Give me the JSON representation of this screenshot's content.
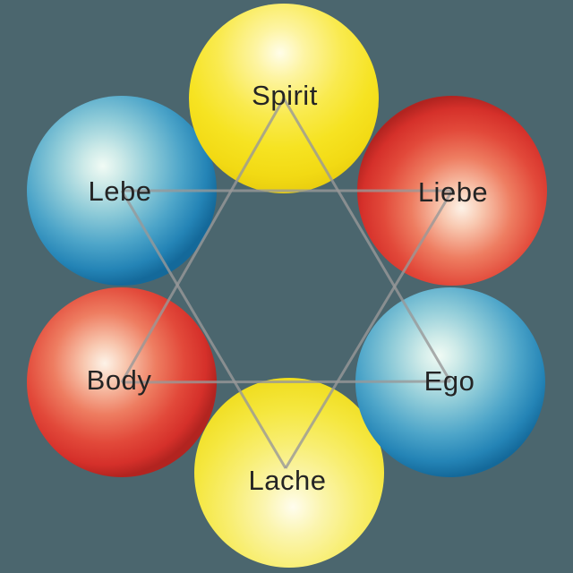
{
  "diagram": {
    "background_color": "#4b666e",
    "line_color": "#989898",
    "text_color": "#242424",
    "nodes": [
      {
        "id": "spirit",
        "label": "Spirit",
        "color": "#f6e322",
        "color_name": "yellow",
        "position": "top"
      },
      {
        "id": "lebe",
        "label": "Lebe",
        "color": "#2484b6",
        "color_name": "blue",
        "position": "upper-left"
      },
      {
        "id": "liebe",
        "label": "Liebe",
        "color": "#d5302a",
        "color_name": "red",
        "position": "upper-right"
      },
      {
        "id": "body",
        "label": "Body",
        "color": "#d5302a",
        "color_name": "red",
        "position": "lower-left"
      },
      {
        "id": "ego",
        "label": "Ego",
        "color": "#2484b6",
        "color_name": "blue",
        "position": "lower-right"
      },
      {
        "id": "lache",
        "label": "Lache",
        "color": "#f5e73f",
        "color_name": "yellow",
        "position": "bottom"
      }
    ],
    "connections": [
      {
        "from": "Spirit",
        "to": "Body"
      },
      {
        "from": "Spirit",
        "to": "Ego"
      },
      {
        "from": "Body",
        "to": "Ego"
      },
      {
        "from": "Lebe",
        "to": "Liebe"
      },
      {
        "from": "Lebe",
        "to": "Lache"
      },
      {
        "from": "Liebe",
        "to": "Lache"
      }
    ]
  }
}
